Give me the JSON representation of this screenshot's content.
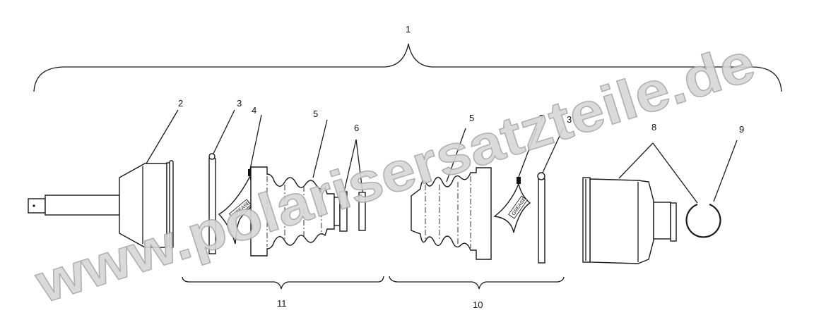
{
  "callouts": {
    "c1": "1",
    "c2": "2",
    "c3a": "3",
    "c4": "4",
    "c5a": "5",
    "c6": "6",
    "c5b": "5",
    "c7": "7",
    "c3b": "3",
    "c8": "8",
    "c9": "9",
    "c10": "10",
    "c11": "11"
  },
  "packet_label": "GREASE",
  "watermark": "www.polarisersatzteile.de",
  "colors": {
    "line": "#1a1a1a",
    "watermark_fill": "#d6d6d6",
    "watermark_stroke": "#a8a8a8"
  }
}
